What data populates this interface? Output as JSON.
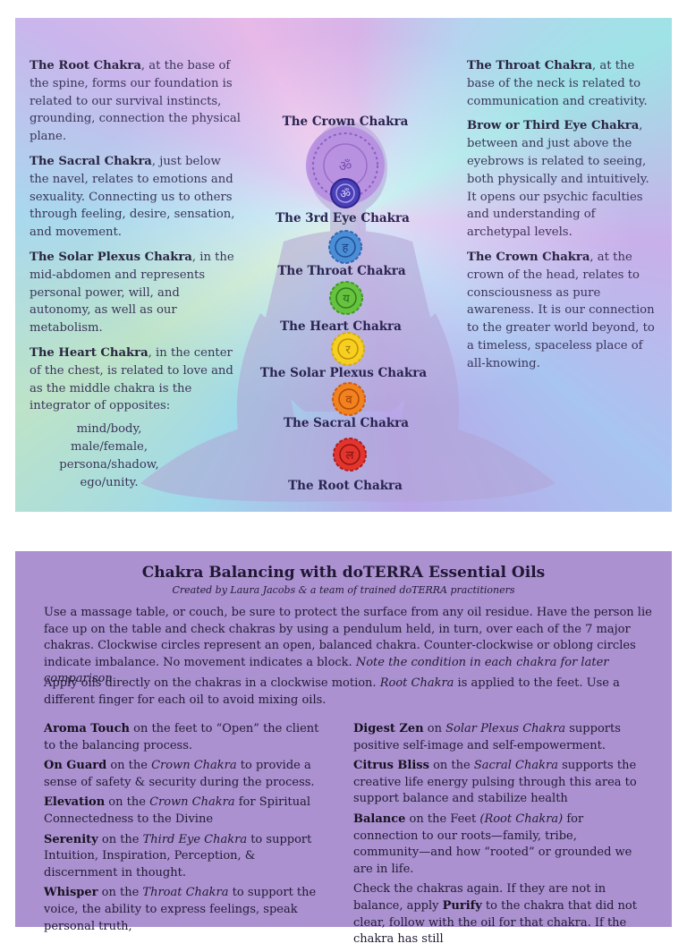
{
  "poster": {
    "left_text": {
      "root": {
        "name": "The Root Chakra",
        "desc": ", at the base of the spine, forms our foundation is related to our survival instincts, grounding, connection the physical plane."
      },
      "sacral": {
        "name": "The Sacral Chakra",
        "desc": ", just below the navel, relates to emotions and sexuality. Connecting us to others through feeling, desire, sensation, and movement."
      },
      "solar": {
        "name": "The Solar Plexus Chakra",
        "desc": ", in the mid-abdomen and represents personal power, will, and autonomy, as well as our metabolism."
      },
      "heart": {
        "name": "The Heart Chakra",
        "desc": ", in the center of the chest, is related to love and as the middle chakra is the integrator of opposites:"
      },
      "poles": [
        "mind/body,",
        "male/female,",
        "persona/shadow,",
        "ego/unity."
      ]
    },
    "right_text": {
      "throat": {
        "name": "The Throat Chakra",
        "desc": ", at the base of the neck is related to communication and creativity."
      },
      "brow": {
        "name": "Brow or Third Eye Chakra",
        "desc": ", between and just above the eyebrows is related to seeing, both physically and intuitively. It opens our psychic faculties and understanding of archetypal levels."
      },
      "crown": {
        "name": "The Crown Chakra",
        "desc": ", at the crown of the head, relates to consciousness as pure awareness. It is our connection to the greater world beyond, to a timeless, spaceless place of all-knowing."
      }
    },
    "chakra_labels": {
      "crown": "The Crown Chakra",
      "third_eye": "The 3rd Eye Chakra",
      "throat": "The Throat Chakra",
      "heart": "The Heart Chakra",
      "solar": "The Solar Plexus Chakra",
      "sacral": "The Sacral Chakra",
      "root": "The Root Chakra"
    },
    "chakra_colors": {
      "crown": "#a57bd0",
      "third_eye": "#4b3fb3",
      "throat": "#3f86cf",
      "heart": "#5fbf3c",
      "solar": "#f2cc1e",
      "sacral": "#ef7d1e",
      "root": "#e0322c"
    }
  },
  "card": {
    "title": "Chakra Balancing with doTERRA Essential Oils",
    "subtitle": "Created by Laura Jacobs & a team of trained doTERRA practitioners",
    "intro": "Use a massage table, or couch, be sure to protect the surface from any oil residue. Have the person lie face up on the table and check chakras by using a pendulum held, in turn, over each of the 7 major chakras. Clockwise circles represent an open, balanced chakra. Counter-clockwise or oblong circles indicate imbalance. No movement indicates a block. ",
    "intro_italic": "Note the condition in each chakra for later comparison",
    "apply_1": "Apply oils directly on the chakras in a clockwise motion. ",
    "apply_italic": "Root Chakra",
    "apply_2": " is applied to the feet. Use a different finger for each oil to avoid mixing oils.",
    "left_oils": [
      {
        "name": "Aroma Touch",
        "pre": " on the feet to “Open” the client to the balancing process.",
        "italic": "",
        "post": ""
      },
      {
        "name": "On Guard",
        "pre": " on the ",
        "italic": "Crown Chakra",
        "post": " to provide a sense of safety & security during the process."
      },
      {
        "name": "Elevation",
        "pre": " on the ",
        "italic": "Crown Chakra",
        "post": " for Spiritual Connectedness to the Divine"
      },
      {
        "name": "Serenity",
        "pre": " on the ",
        "italic": "Third Eye Chakra",
        "post": " to support Intuition, Inspiration, Perception, & discernment in thought."
      },
      {
        "name": "Whisper",
        "pre": " on the ",
        "italic": "Throat Chakra",
        "post": " to support the voice, the ability to express feelings, speak personal truth,"
      }
    ],
    "right_oils": [
      {
        "name": "Digest Zen",
        "pre": " on ",
        "italic": "Solar Plexus Chakra",
        "post": " supports positive self-image and self-empowerment."
      },
      {
        "name": "Citrus Bliss",
        "pre": " on the ",
        "italic": "Sacral Chakra",
        "post": " supports the creative life energy pulsing through this area to support balance and stabilize health"
      },
      {
        "name": "Balance",
        "pre": " on the Feet ",
        "italic": "(Root Chakra)",
        "post": " for connection to our roots—family, tribe, community—and how “rooted” or grounded we are in life."
      }
    ],
    "check": {
      "pre": "Check the chakras again. If they are not in balance, apply ",
      "bold": "Purify",
      "post": " to the chakra that did not clear, follow with the oil for that chakra. If the chakra has still"
    }
  }
}
